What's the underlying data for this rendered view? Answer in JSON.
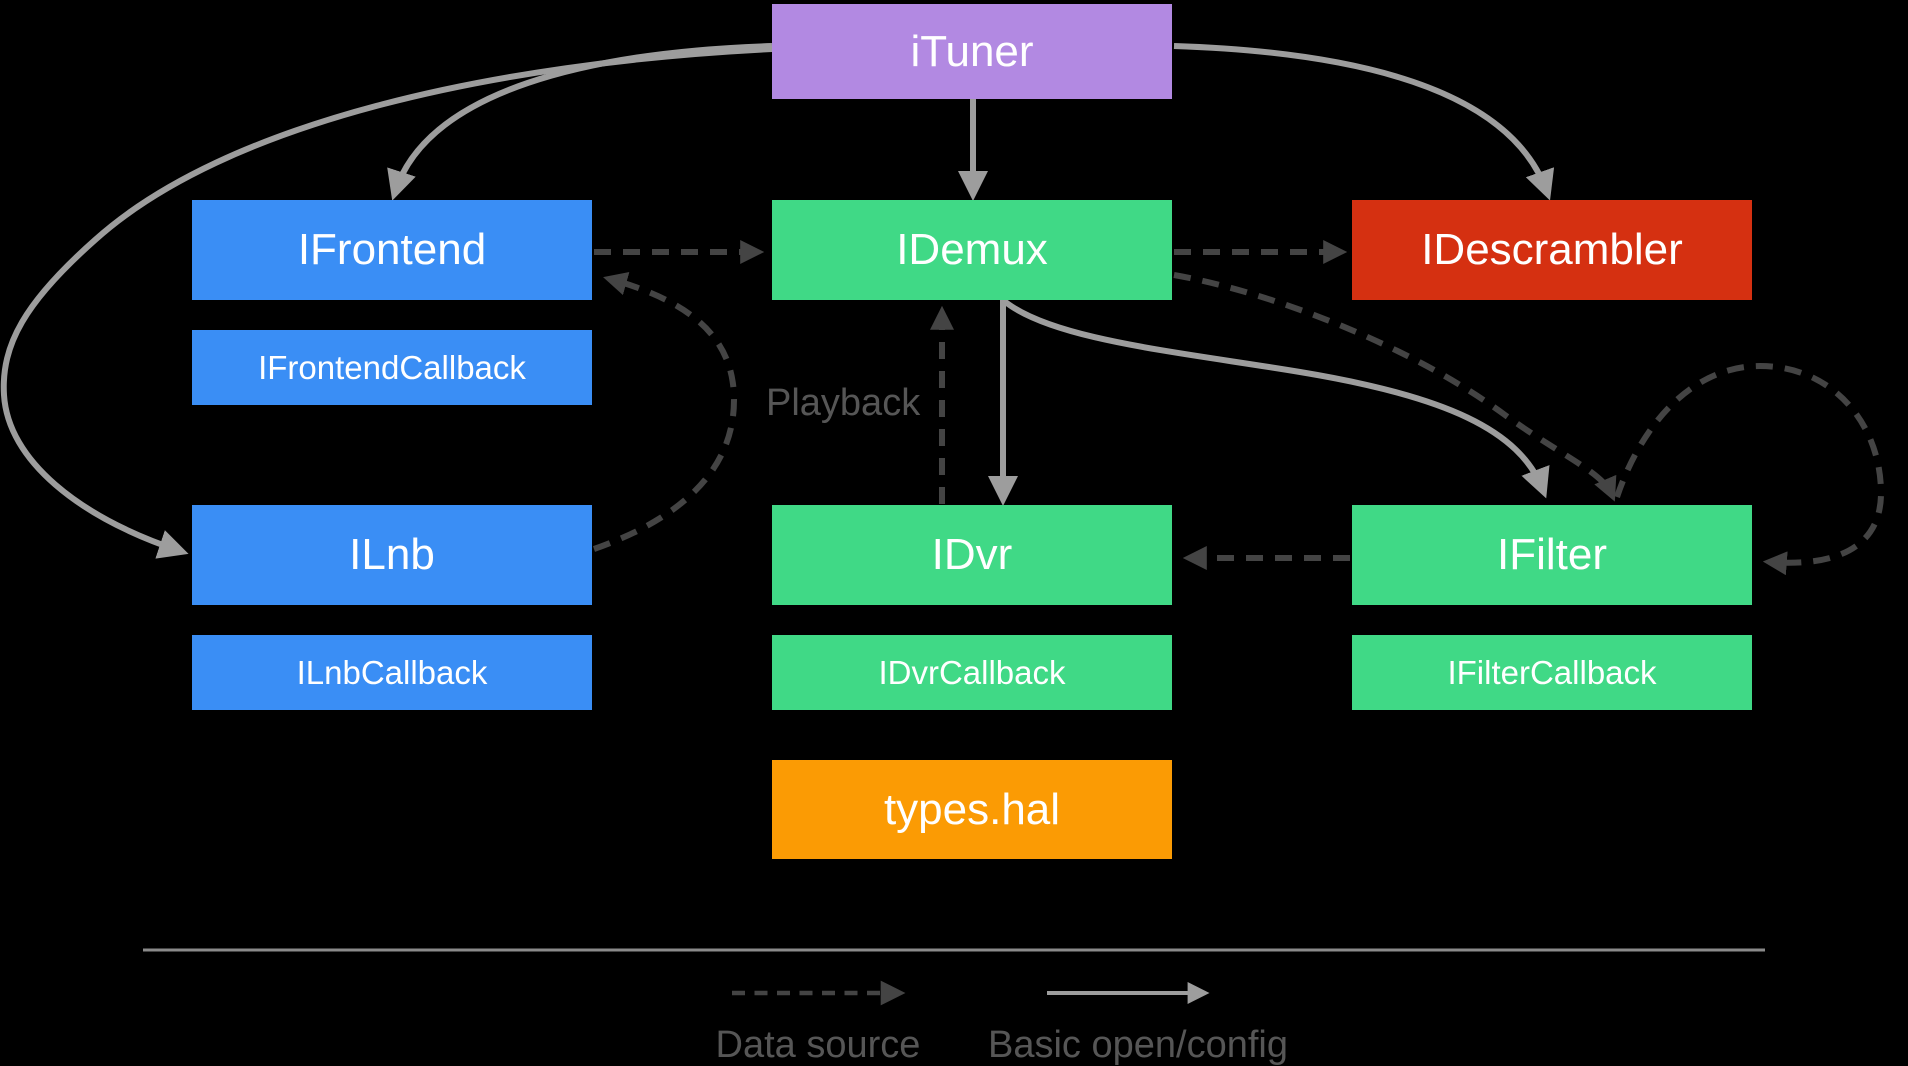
{
  "diagram": {
    "nodes": {
      "ituner": "iTuner",
      "ifrontend": "IFrontend",
      "ifrontend_callback": "IFrontendCallback",
      "ilnb": "ILnb",
      "ilnb_callback": "ILnbCallback",
      "idemux": "IDemux",
      "idvr": "IDvr",
      "idvr_callback": "IDvrCallback",
      "types_hal": "types.hal",
      "idescrambler": "IDescrambler",
      "ifilter": "IFilter",
      "ifilter_callback": "IFilterCallback"
    },
    "annotations": {
      "playback": "Playback"
    }
  },
  "legend": {
    "data_source": "Data source",
    "basic_open_config": "Basic open/config"
  },
  "colors": {
    "purple": "#b289e2",
    "blue": "#3a8ef5",
    "green": "#40d986",
    "red": "#d53011",
    "orange": "#fb9b04",
    "arrow_solid": "#9d9d9d",
    "arrow_dashed": "#444444",
    "text_muted": "#565656",
    "divider": "#8a8a8a",
    "background": "#000000",
    "box_text": "#ffffff"
  }
}
